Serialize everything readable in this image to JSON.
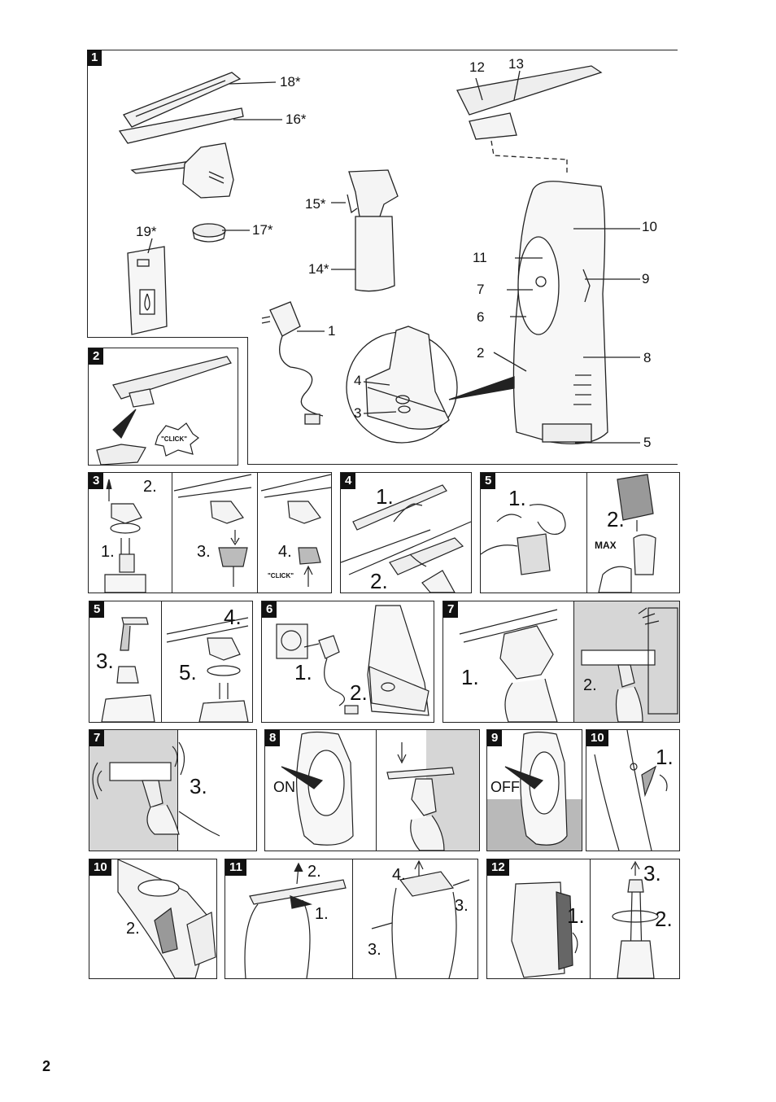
{
  "page_number": "2",
  "figure1": {
    "number": "1",
    "callouts": [
      "18*",
      "16*",
      "12",
      "13",
      "15*",
      "19*",
      "17*",
      "14*",
      "1",
      "10",
      "11",
      "9",
      "7",
      "6",
      "2",
      "8",
      "4",
      "3",
      "5"
    ]
  },
  "figure2": {
    "number": "2",
    "click": "\"CLICK\""
  },
  "figure3": {
    "number": "3",
    "steps": [
      "2.",
      "1.",
      "3.",
      "4."
    ],
    "click": "\"CLICK\""
  },
  "figure4": {
    "number": "4",
    "steps": [
      "1.",
      "2."
    ]
  },
  "figure5a": {
    "number": "5",
    "steps": [
      "1.",
      "2."
    ],
    "max": "MAX"
  },
  "figure5b": {
    "number": "5",
    "steps": [
      "3.",
      "4.",
      "5."
    ]
  },
  "figure6": {
    "number": "6",
    "steps": [
      "1.",
      "2."
    ]
  },
  "figure7a": {
    "number": "7",
    "steps": [
      "1.",
      "2."
    ]
  },
  "figure7b": {
    "number": "7",
    "steps": [
      "3."
    ]
  },
  "figure8": {
    "number": "8",
    "on": "ON"
  },
  "figure9": {
    "number": "9",
    "off": "OFF"
  },
  "figure10a": {
    "number": "10",
    "steps": [
      "1."
    ]
  },
  "figure10b": {
    "number": "10",
    "steps": [
      "2."
    ]
  },
  "figure11": {
    "number": "11",
    "steps": [
      "2.",
      "1.",
      "4.",
      "3.",
      "3."
    ]
  },
  "figure12": {
    "number": "12",
    "steps": [
      "1.",
      "3.",
      "2."
    ]
  }
}
